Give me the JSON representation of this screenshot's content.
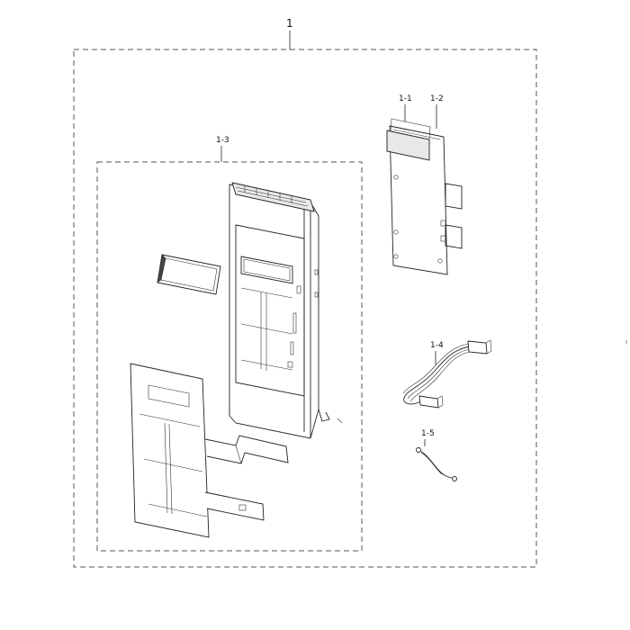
{
  "callouts": {
    "assembly": "1",
    "part_1_1": "1-1",
    "part_1_2": "1-2",
    "part_1_3": "1-3",
    "part_1_4": "1-4",
    "part_1_5": "1-5"
  },
  "colors": {
    "line": "#222222",
    "dashed_border": "#555555",
    "background": "#ffffff"
  }
}
